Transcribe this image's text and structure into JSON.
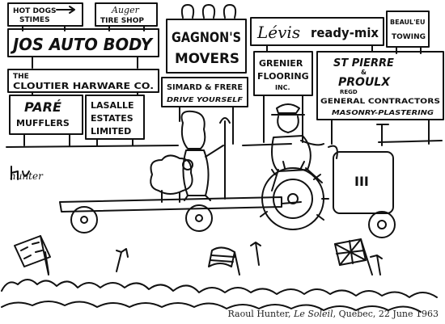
{
  "signs": {
    "hotdogs_line1": "HOT DOGS",
    "hotdogs_line2": "STIMES",
    "auger_line1": "Auger",
    "auger_line2": "TIRE SHOP",
    "beaulieu_line1": "BEAUL'EU",
    "beaulieu_line2": "TOWING",
    "jos": "JOS AUTO BODY",
    "gagnon_line1": "GAGNON'S",
    "gagnon_line2": "MOVERS",
    "levis_script": "Lévis",
    "levis_rest": "ready-mix",
    "cloutier_line1": "THE",
    "cloutier_line2": "CLOUTIER HARWARE CO.",
    "grenier_line1": "GRENIER",
    "grenier_line2": "FLOORING",
    "grenier_line3": "INC.",
    "stpierre_line1": "ST PIERRE",
    "stpierre_line2": "&",
    "stpierre_line3": "PROULX",
    "stpierre_line4": "REGD",
    "stpierre_line5": "GENERAL CONTRACTORS",
    "stpierre_line6": "MASONRY-PLASTERING",
    "simard_line1": "SIMARD & FRERE",
    "simard_line2": "DRIVE YOURSELF",
    "pare_line1": "PARÉ",
    "pare_line2": "MUFFLERS",
    "lasalle_line1": "LASALLE",
    "lasalle_line2": "ESTATES",
    "lasalle_line3": "LIMITED"
  },
  "tractor": {
    "grille": "III"
  },
  "signature": "hunter",
  "caption": {
    "author": "Raoul Hunter,",
    "publication": "Le Soleil",
    "rest": ", Québec, 22 June 1963"
  }
}
